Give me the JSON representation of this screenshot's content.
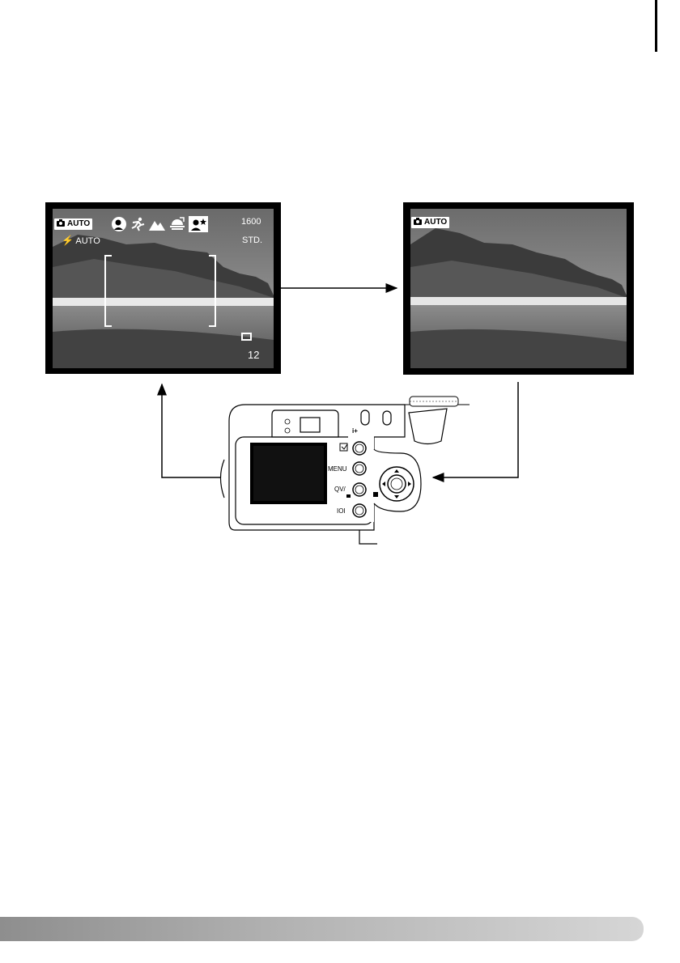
{
  "left_monitor": {
    "mode_label": "AUTO",
    "flash_label": "AUTO",
    "iso_value": "1600",
    "quality_label": "STD.",
    "frame_count": "12",
    "scene_icons": [
      "portrait-icon",
      "sports-icon",
      "landscape-icon",
      "sunset-icon",
      "night-portrait-icon"
    ]
  },
  "right_monitor": {
    "mode_label": "AUTO"
  },
  "camera": {
    "menu_label": "MENU",
    "qv_label": "QV/",
    "display_button_label": "IOI",
    "info_label": "i+"
  },
  "colors": {
    "footer_start": "#8e8e8e",
    "footer_end": "#d6d6d6"
  }
}
